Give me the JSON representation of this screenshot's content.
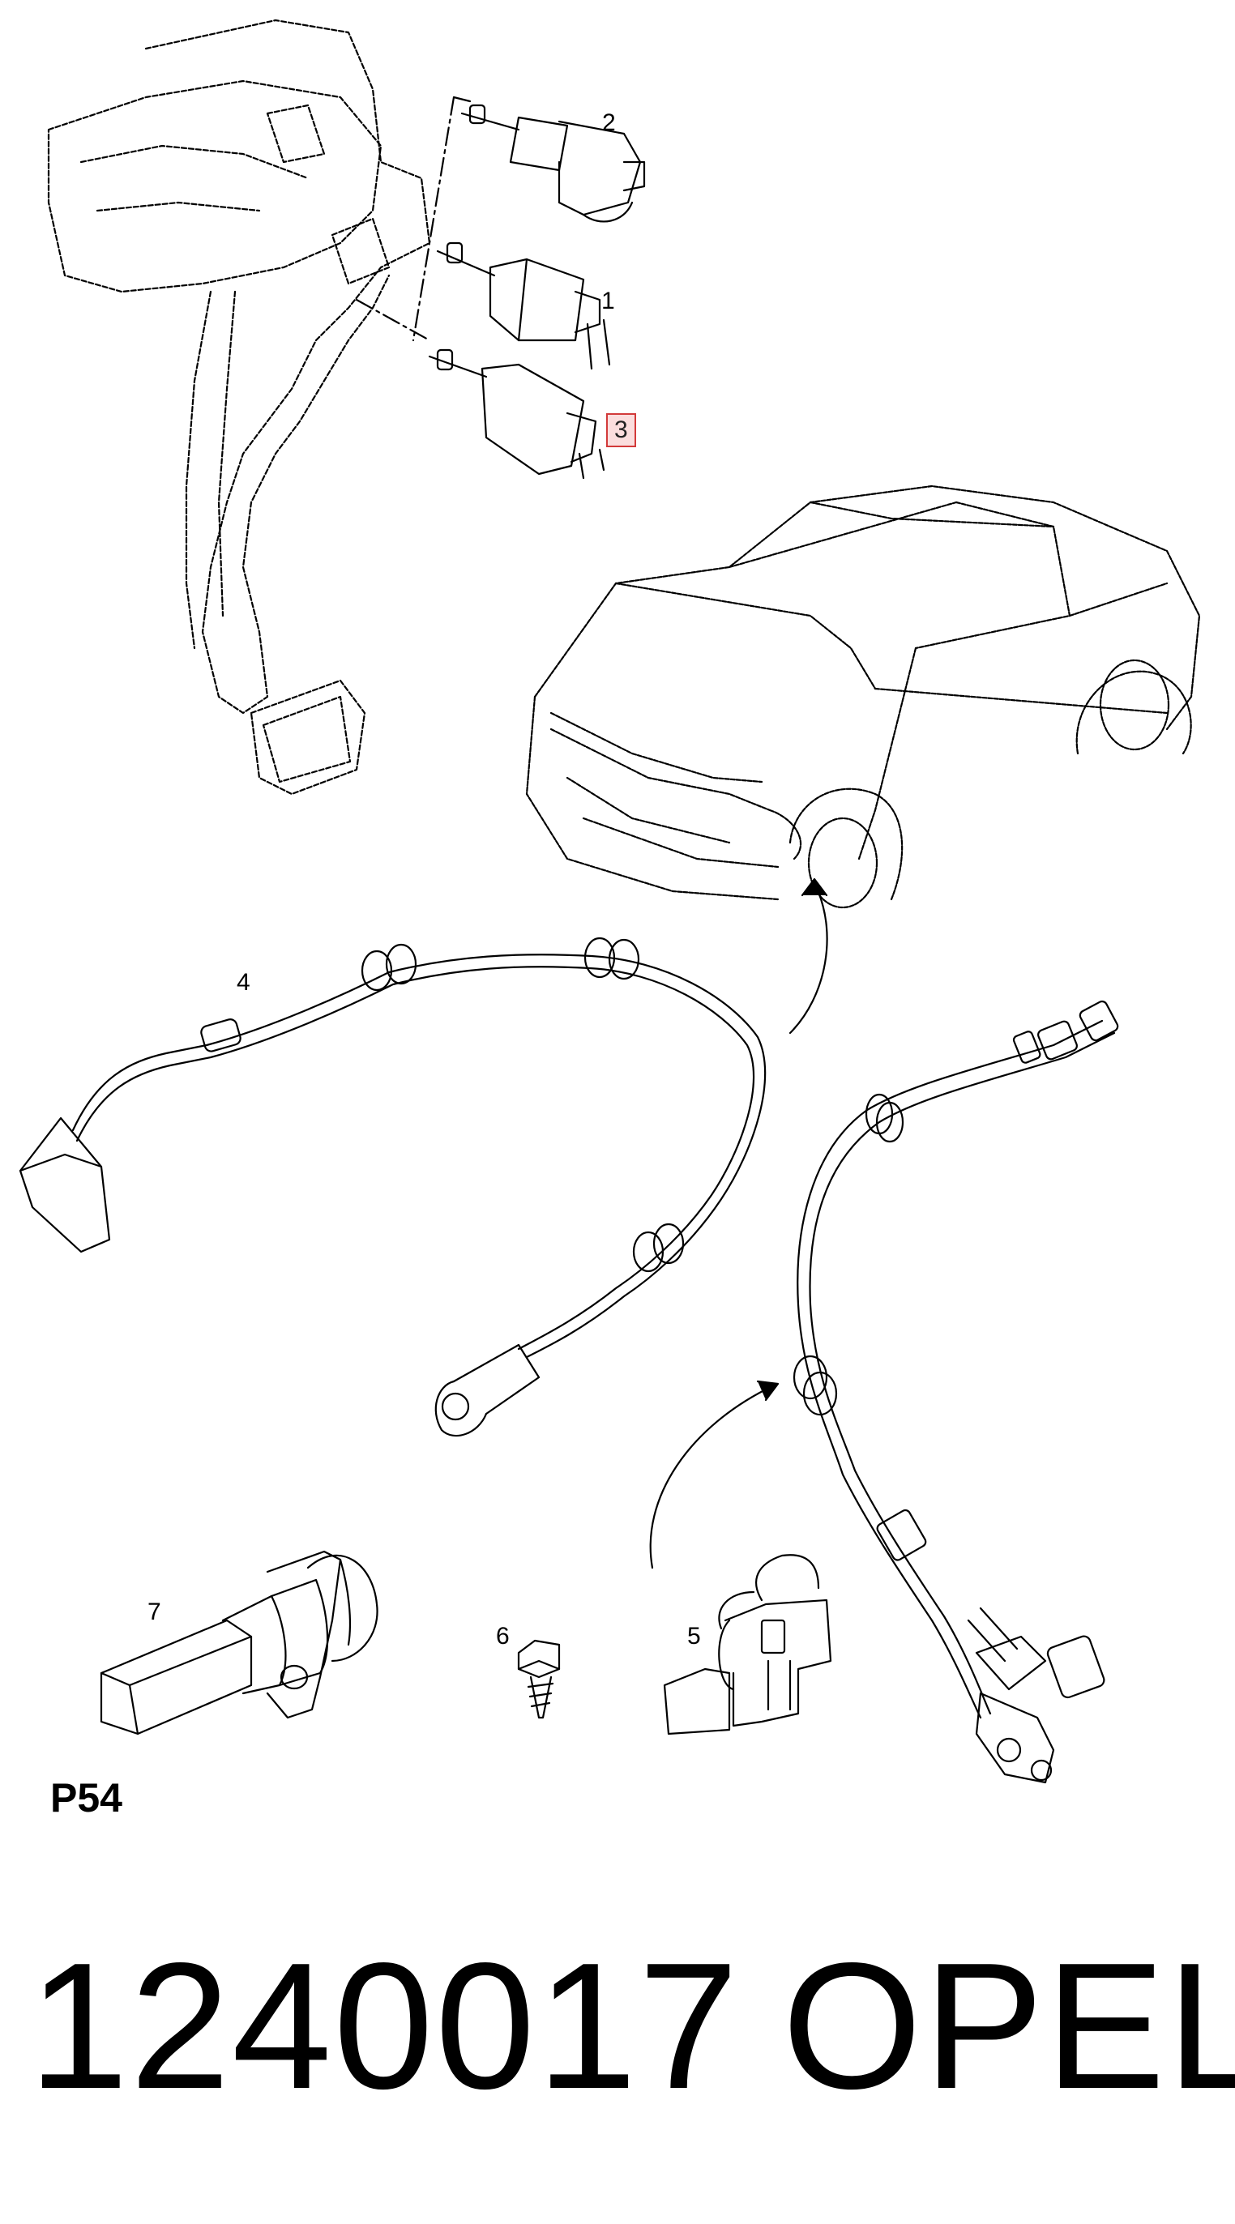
{
  "callouts": {
    "c1": "1",
    "c2": "2",
    "c3": "3",
    "c4": "4",
    "c5": "5",
    "c6": "6",
    "c7": "7"
  },
  "plate_label": "P54",
  "part_number": "1240017",
  "brand": "OPEL",
  "highlight_color": "#d23a3a"
}
